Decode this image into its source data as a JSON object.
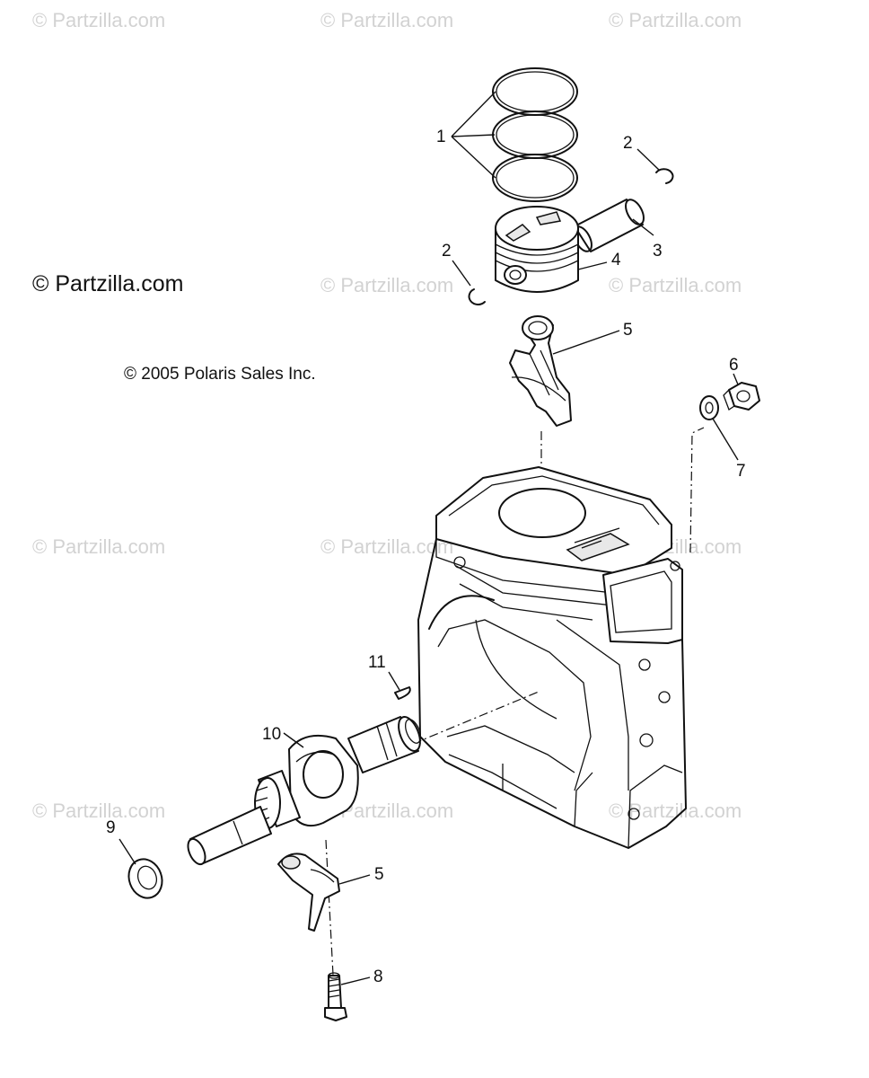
{
  "watermark": "© Partzilla.com",
  "brand": "© Partzilla.com",
  "copyright": "© 2005 Polaris Sales Inc.",
  "callouts": {
    "c1": "1",
    "c2a": "2",
    "c3": "3",
    "c2b": "2",
    "c4": "4",
    "c5a": "5",
    "c6": "6",
    "c7": "7",
    "c11": "11",
    "c10": "10",
    "c9": "9",
    "c5b": "5",
    "c8": "8"
  }
}
